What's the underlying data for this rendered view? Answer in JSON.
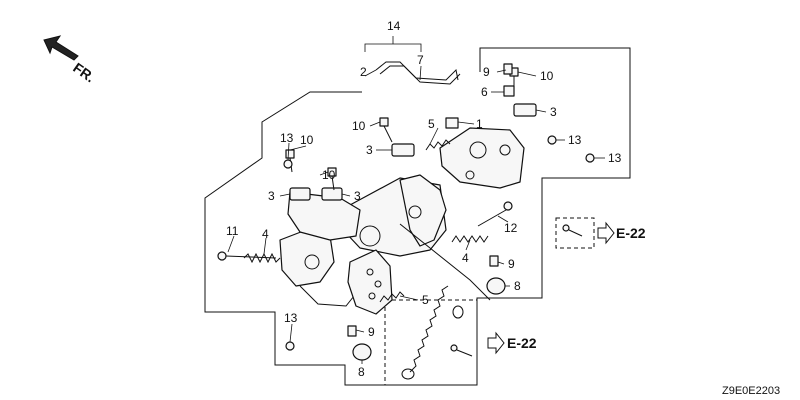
{
  "diagram": {
    "direction_label": "FR.",
    "drawing_code": "Z9E0E2203",
    "callouts": {
      "c1": "1",
      "c2": "2",
      "c3a": "3",
      "c3b": "3",
      "c3c": "3",
      "c3d": "3",
      "c4a": "4",
      "c4b": "4",
      "c5a": "5",
      "c5b": "5",
      "c6": "6",
      "c7": "7",
      "c8a": "8",
      "c8b": "8",
      "c9a": "9",
      "c9b": "9",
      "c9c": "9",
      "c10a": "10",
      "c10b": "10",
      "c10c": "10",
      "c10d": "10",
      "c11": "11",
      "c12": "12",
      "c13a": "13",
      "c13b": "13",
      "c13c": "13",
      "c13d": "13",
      "c14": "14"
    },
    "references": {
      "ref_top": "E-22",
      "ref_bottom": "E-22"
    }
  }
}
